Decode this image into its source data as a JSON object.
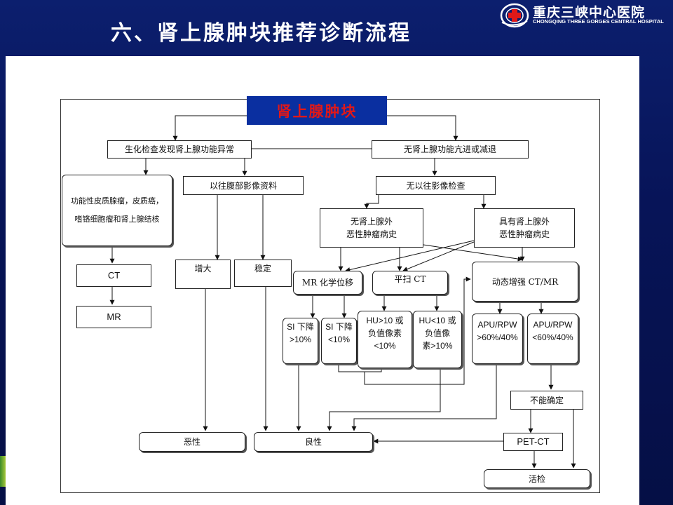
{
  "slide": {
    "title": "六、肾上腺肿块推荐诊断流程",
    "logo": {
      "name_cn": "重庆三峡中心医院",
      "name_en": "CHONGQING THREE GORGES CENTRAL HOSPITAL"
    }
  },
  "flow": {
    "root": "肾上腺肿块",
    "nodes": {
      "bio_abnormal": "生化检查发现肾上腺功能异常",
      "no_hyper": "无肾上腺功能亢进或减退",
      "functional": "功能性皮质腺瘤，皮质癌，\n嗜铬细胞瘤和肾上腺结核",
      "prior_imaging": "以往腹部影像资料",
      "no_prior": "无以往影像检查",
      "no_malig": "无肾上腺外\n恶性肿瘤病史",
      "has_malig": "具有肾上腺外\n恶性肿瘤病史",
      "ct1": "CT",
      "mr1": "MR",
      "increase": "增大",
      "stable": "稳定",
      "mr_chem": "MR 化学位移",
      "plain_ct": "平扫 CT",
      "dyn_ct": "动态增强 CT/MR",
      "si_gt": "SI 下降\n>10%",
      "si_lt": "SI 下降\n<10%",
      "hu_gt": "HU>10 或\n负值像素\n<10%",
      "hu_lt": "HU<10 或\n负值像\n素>10%",
      "apu_gt": "APU/RPW\n>60%/40%",
      "apu_lt": "APU/RPW\n<60%/40%",
      "uncertain": "不能确定",
      "malignant": "恶性",
      "benign": "良性",
      "petct": "PET-CT",
      "biopsy": "活检"
    }
  }
}
